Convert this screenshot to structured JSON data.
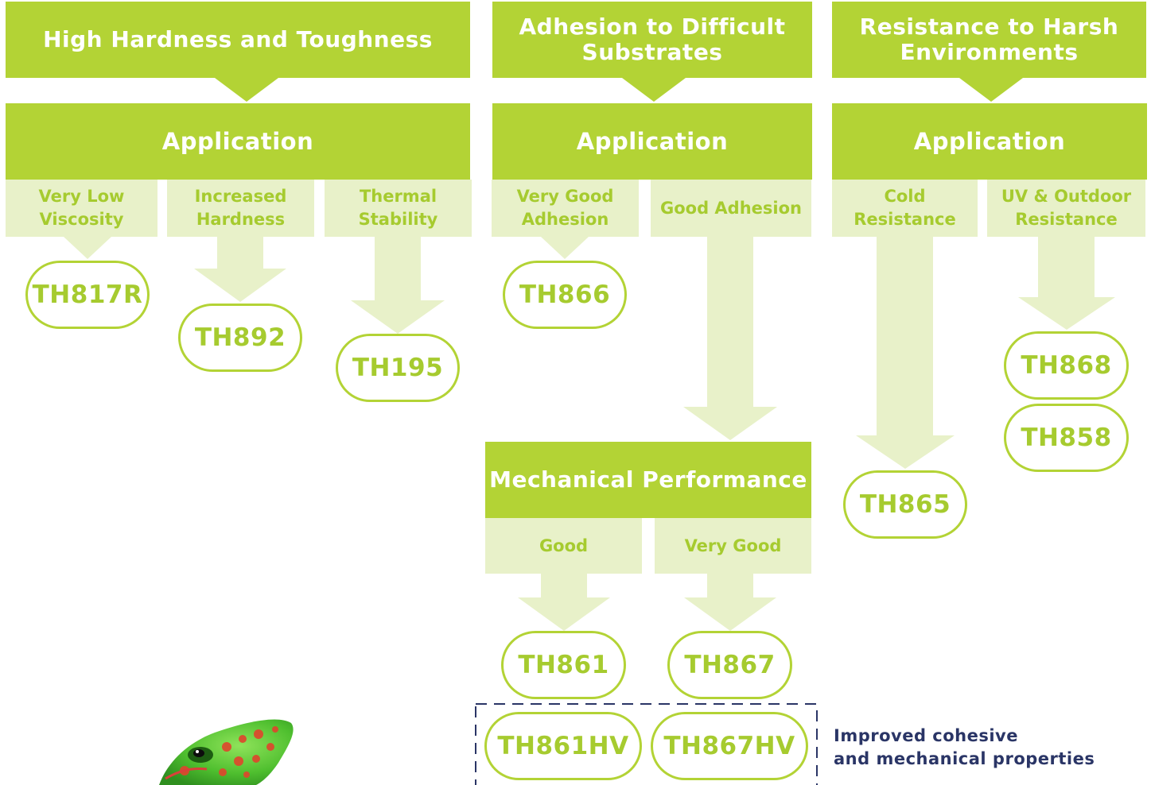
{
  "columns": [
    {
      "title": "High Hardness and Toughness",
      "application": "Application",
      "subcategories": [
        "Very Low Viscosity",
        "Increased Hardness",
        "Thermal Stability"
      ],
      "products": [
        "TH817R",
        "TH892",
        "TH195"
      ]
    },
    {
      "title": "Adhesion to Difficult Substrates",
      "application": "Application",
      "subcategories": [
        "Very Good Adhesion",
        "Good Adhesion"
      ],
      "products": [
        "TH866"
      ],
      "mechanical": {
        "title": "Mechanical Performance",
        "levels": [
          "Good",
          "Very Good"
        ],
        "products": [
          "TH861",
          "TH867"
        ],
        "hv_products": [
          "TH861HV",
          "TH867HV"
        ]
      }
    },
    {
      "title": "Resistance to Harsh Environments",
      "application": "Application",
      "subcategories": [
        "Cold Resistance",
        "UV & Outdoor Resistance"
      ],
      "products": [
        "TH865",
        "TH868",
        "TH858"
      ]
    }
  ],
  "note": {
    "line1": "Improved cohesive",
    "line2": "and mechanical properties"
  },
  "colors": {
    "primary_green": "#b3d335",
    "light_green": "#e8f1c9",
    "text_green": "#a6cb2f",
    "note_navy": "#2a3566"
  },
  "illustration": "chameleon-image"
}
